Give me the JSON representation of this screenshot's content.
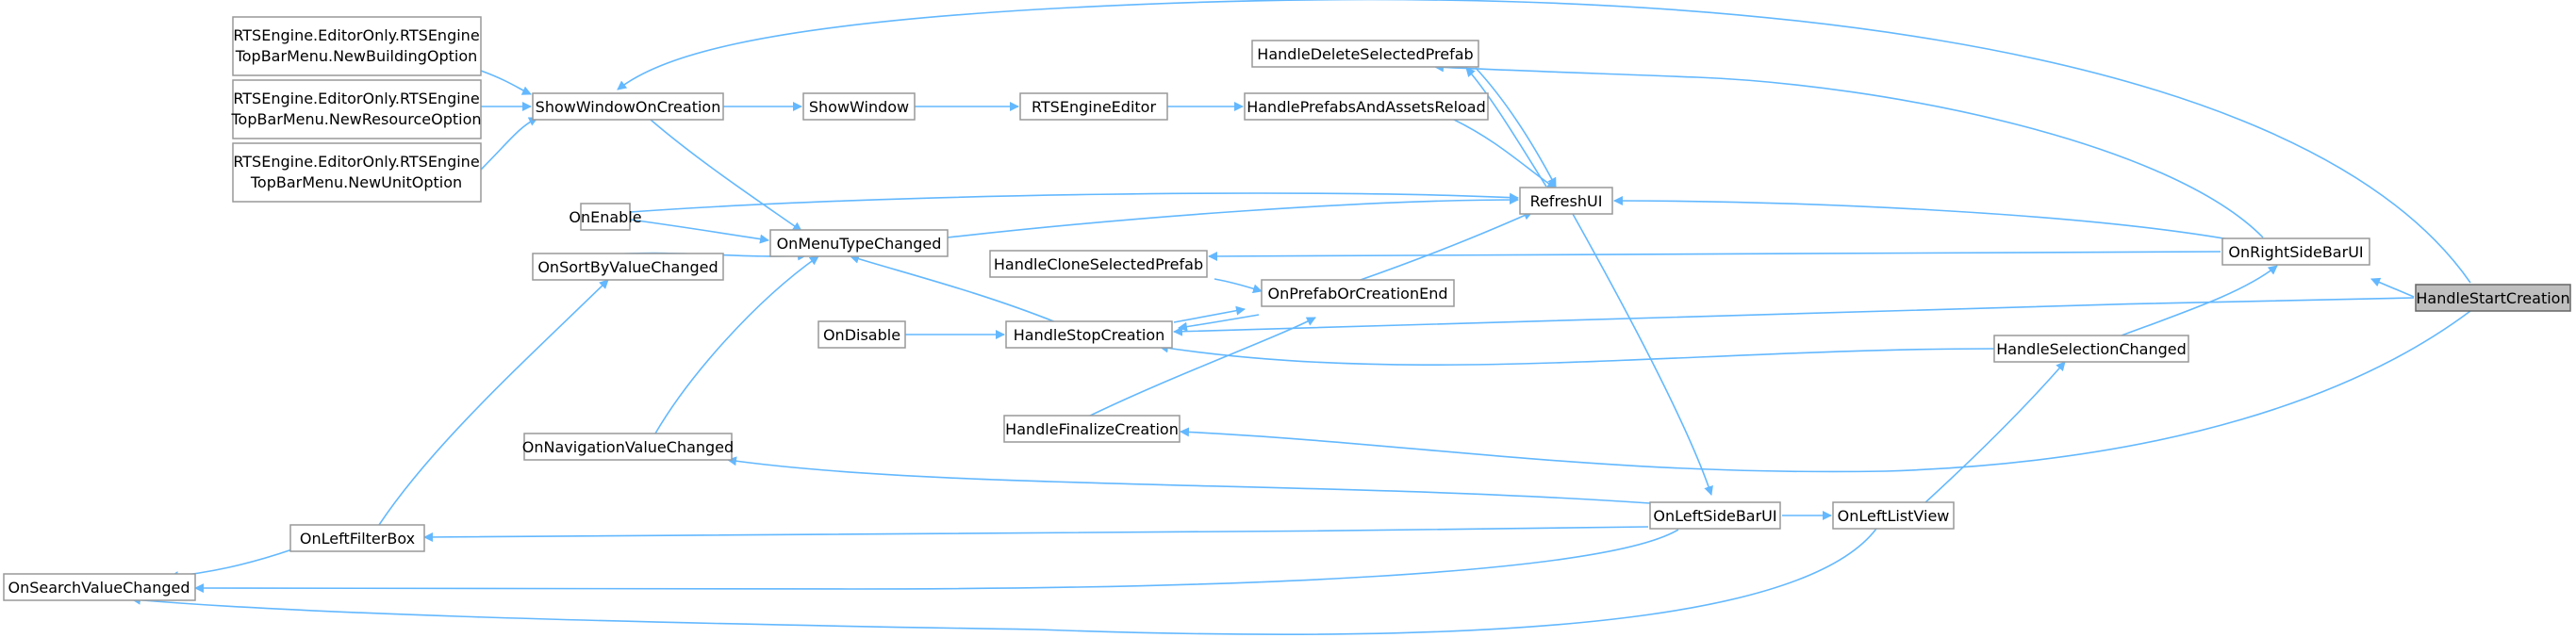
{
  "diagram": {
    "colors": {
      "edge": "#63b8ff",
      "node_border": "#999999",
      "highlight_fill": "#bfbfbf"
    },
    "nodes": {
      "new_building": {
        "lines": [
          "RTSEngine.EditorOnly.RTSEngine",
          "TopBarMenu.NewBuildingOption"
        ]
      },
      "new_resource": {
        "lines": [
          "RTSEngine.EditorOnly.RTSEngine",
          "TopBarMenu.NewResourceOption"
        ]
      },
      "new_unit": {
        "lines": [
          "RTSEngine.EditorOnly.RTSEngine",
          "TopBarMenu.NewUnitOption"
        ]
      },
      "show_window_on_creation": {
        "lines": [
          "ShowWindowOnCreation"
        ]
      },
      "show_window": {
        "lines": [
          "ShowWindow"
        ]
      },
      "rts_engine_editor": {
        "lines": [
          "RTSEngineEditor"
        ]
      },
      "handle_prefabs_reload": {
        "lines": [
          "HandlePrefabsAndAssetsReload"
        ]
      },
      "handle_delete_selected": {
        "lines": [
          "HandleDeleteSelectedPrefab"
        ]
      },
      "refresh_ui": {
        "lines": [
          "RefreshUI"
        ]
      },
      "on_enable": {
        "lines": [
          "OnEnable"
        ]
      },
      "on_menu_type_changed": {
        "lines": [
          "OnMenuTypeChanged"
        ]
      },
      "handle_clone_selected": {
        "lines": [
          "HandleCloneSelectedPrefab"
        ]
      },
      "on_prefab_or_creation_end": {
        "lines": [
          "OnPrefabOrCreationEnd"
        ]
      },
      "on_sort_by_value_changed": {
        "lines": [
          "OnSortByValueChanged"
        ]
      },
      "on_disable": {
        "lines": [
          "OnDisable"
        ]
      },
      "handle_stop_creation": {
        "lines": [
          "HandleStopCreation"
        ]
      },
      "handle_finalize_creation": {
        "lines": [
          "HandleFinalizeCreation"
        ]
      },
      "on_navigation_value_changed": {
        "lines": [
          "OnNavigationValueChanged"
        ]
      },
      "on_left_filter_box": {
        "lines": [
          "OnLeftFilterBox"
        ]
      },
      "on_search_value_changed": {
        "lines": [
          "OnSearchValueChanged"
        ]
      },
      "on_left_side_bar_ui": {
        "lines": [
          "OnLeftSideBarUI"
        ]
      },
      "on_left_list_view": {
        "lines": [
          "OnLeftListView"
        ]
      },
      "handle_selection_changed": {
        "lines": [
          "HandleSelectionChanged"
        ]
      },
      "on_right_side_bar_ui": {
        "lines": [
          "OnRightSideBarUI"
        ]
      },
      "handle_start_creation": {
        "lines": [
          "HandleStartCreation"
        ]
      }
    }
  }
}
